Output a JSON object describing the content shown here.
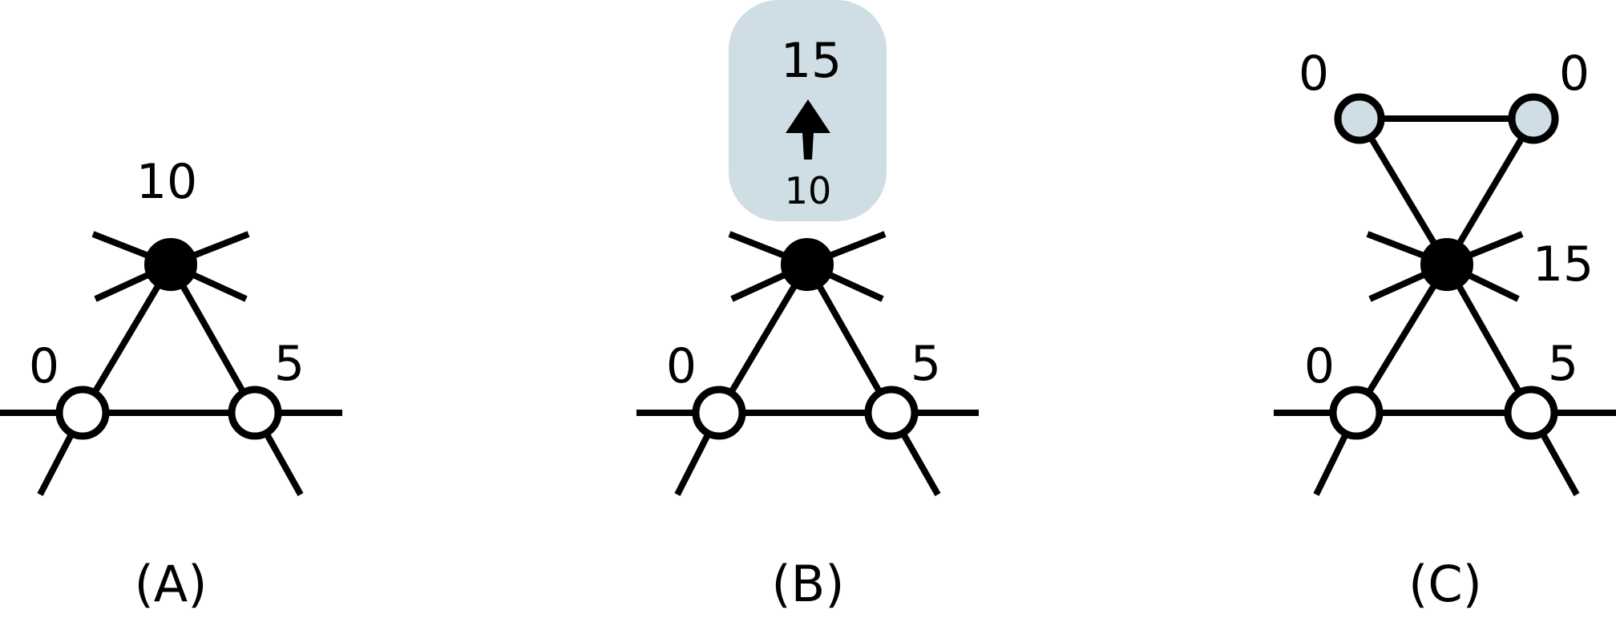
{
  "colors": {
    "stroke": "#000000",
    "open_node_fill": "#ffffff",
    "highlight_fill": "#cfdde5"
  },
  "panels": [
    {
      "caption": "(A)",
      "labels": {
        "top": "10",
        "left": "0",
        "right": "5"
      }
    },
    {
      "caption": "(B)",
      "labels": {
        "left": "0",
        "right": "5"
      },
      "callout": {
        "value_new": "15",
        "value_old": "10",
        "arrow": "up-arrow-icon"
      }
    },
    {
      "caption": "(C)",
      "labels": {
        "upper_left": "0",
        "upper_right": "0",
        "center": "15",
        "left": "0",
        "right": "5"
      }
    }
  ]
}
